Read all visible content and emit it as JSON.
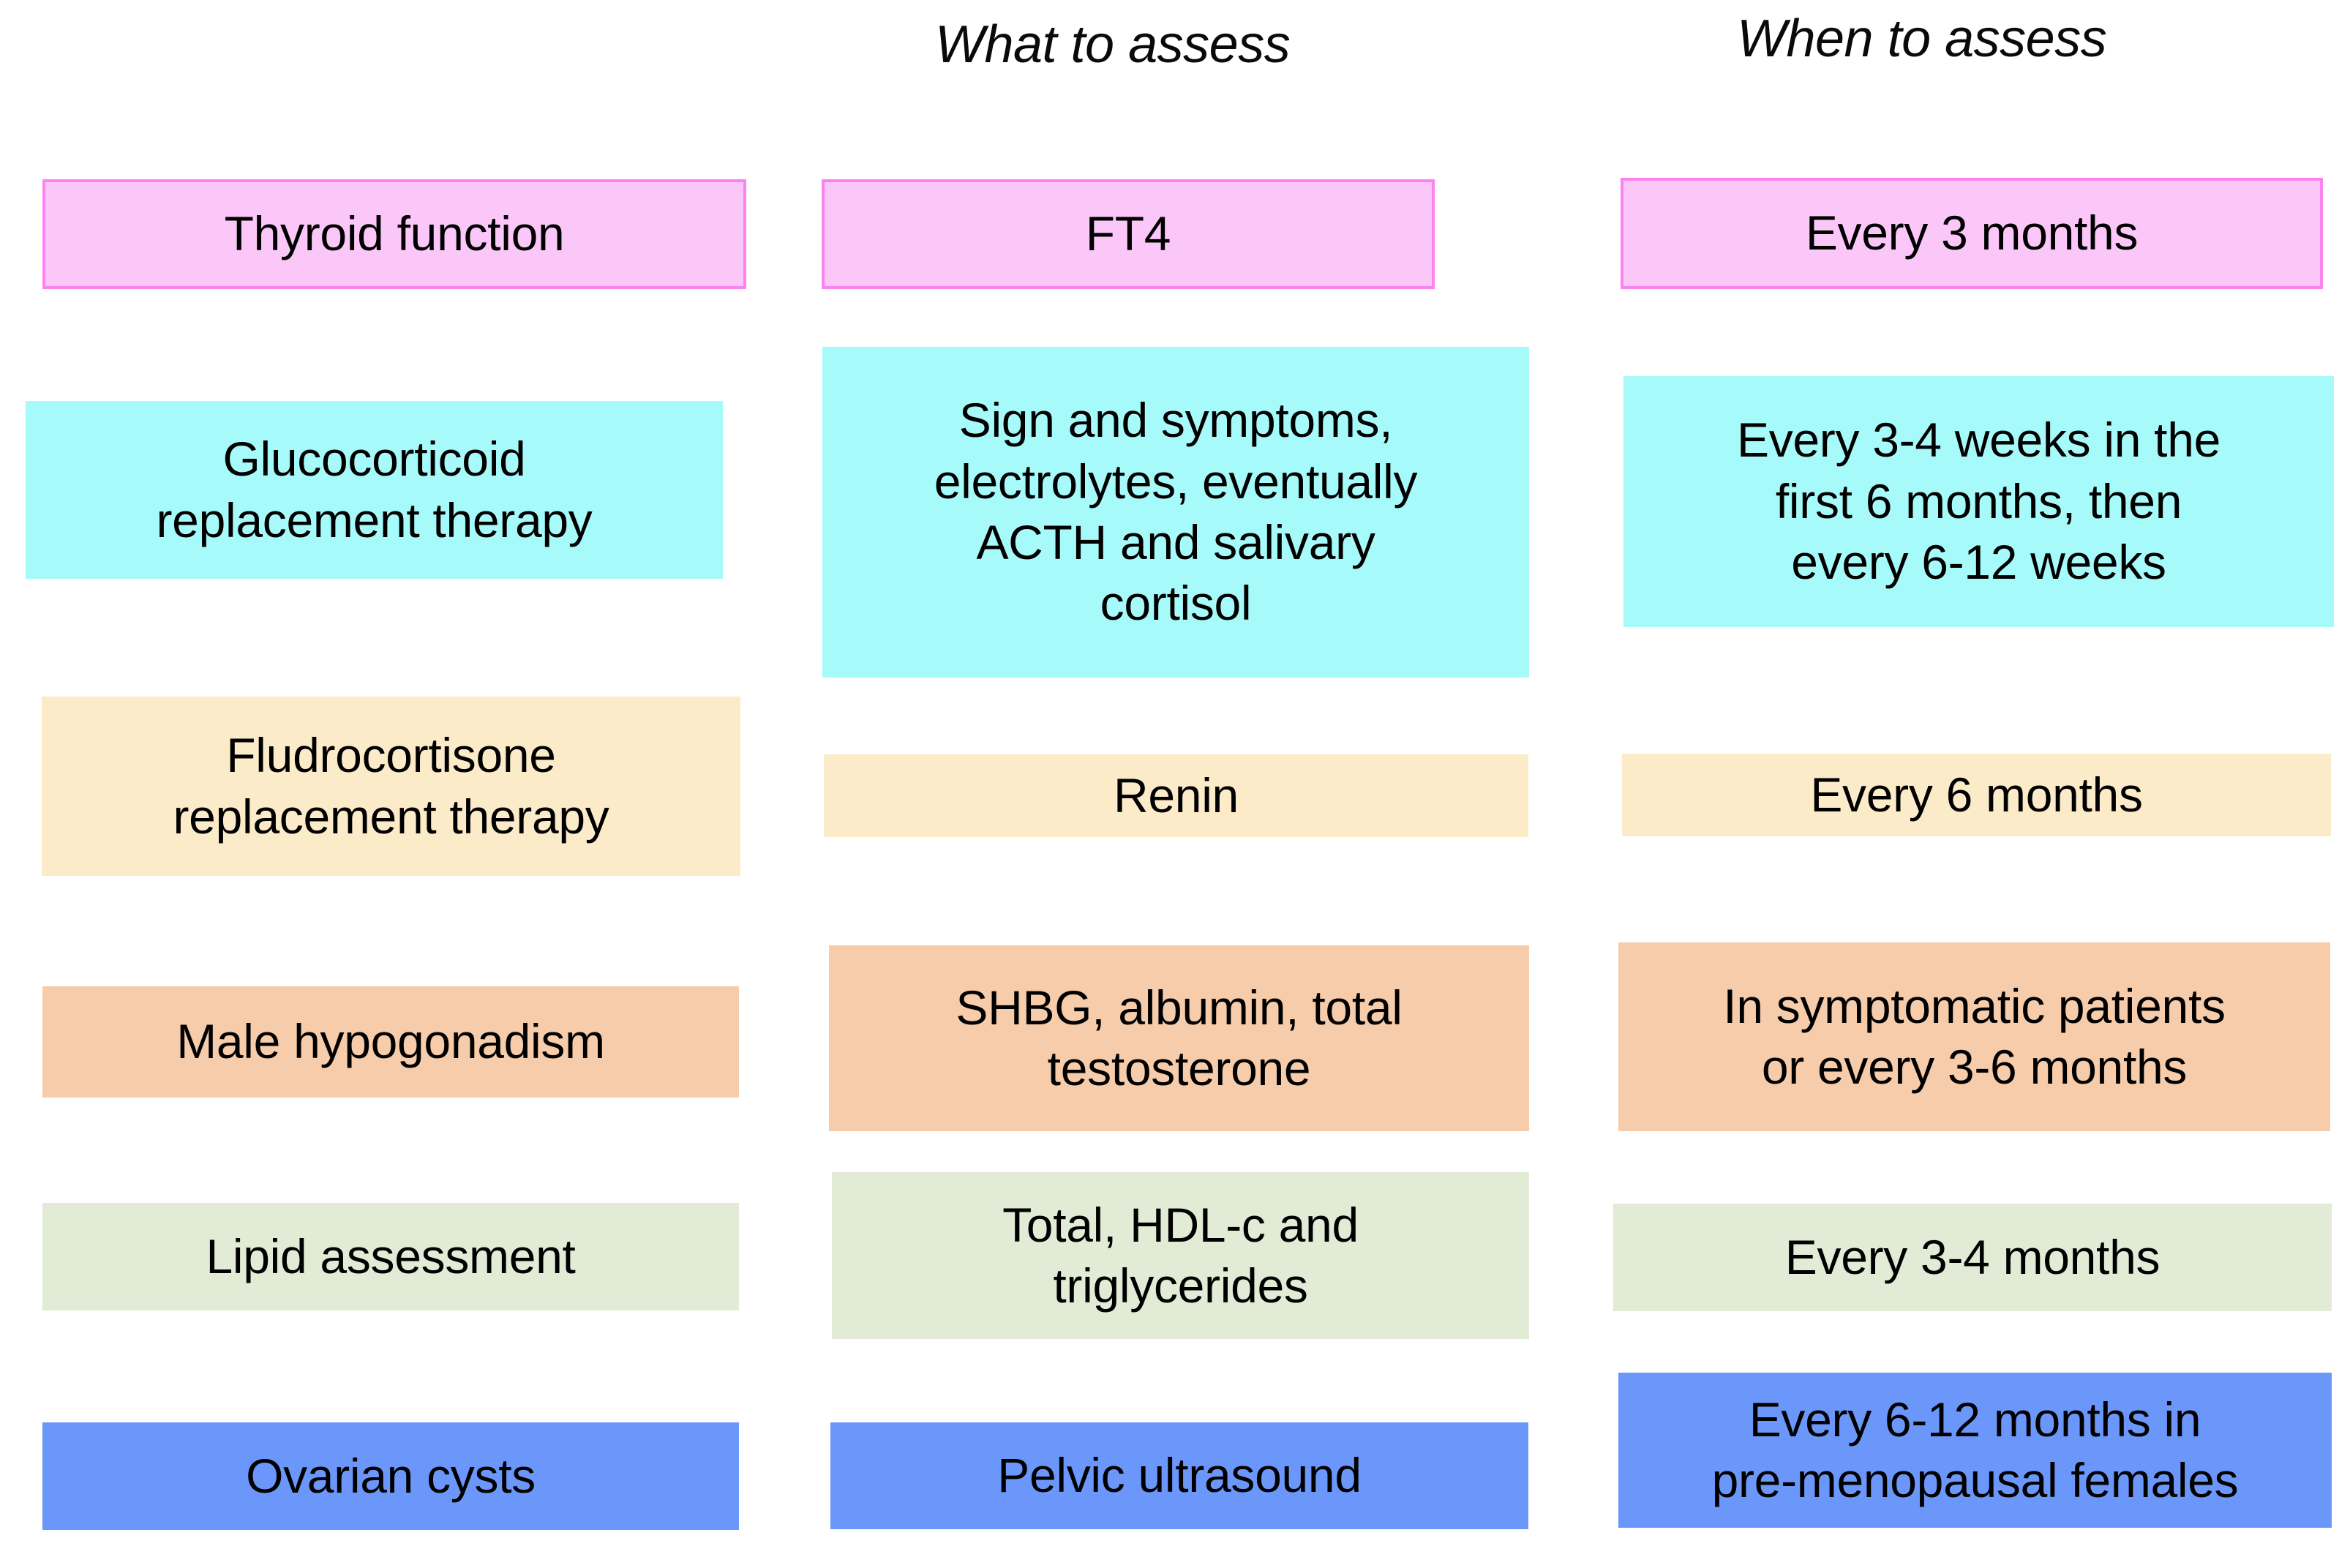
{
  "headers": {
    "what_to_assess": "What to assess",
    "when_to_assess": "When to assess"
  },
  "colors": {
    "pink_fill": "#FBC7F8",
    "pink_border": "#FB83F0",
    "cyan_fill": "#A6FAFA",
    "cream_fill": "#FCEBC8",
    "peach_fill": "#F6CCAA",
    "green_fill": "#E2EBD5",
    "blue_fill": "#6B97FB",
    "text": "#000000",
    "background": "#FFFFFF"
  },
  "rows": [
    {
      "id": "thyroid",
      "color_key": "pink_fill",
      "topic": "Thyroid function",
      "what": "FT4",
      "what_lines": [
        "FT4"
      ],
      "when": "Every 3 months",
      "when_lines": [
        "Every 3 months"
      ],
      "topic_lines": [
        "Thyroid function"
      ]
    },
    {
      "id": "glucocorticoid",
      "color_key": "cyan_fill",
      "topic": "Glucocorticoid replacement therapy",
      "topic_lines": [
        "Glucocorticoid",
        "replacement therapy"
      ],
      "what": "Sign and symptoms, electrolytes, eventually ACTH and salivary cortisol",
      "what_lines": [
        "Sign and symptoms,",
        "electrolytes, eventually",
        "ACTH and salivary",
        "cortisol"
      ],
      "when": "Every 3-4 weeks in the first 6 months, then every 6-12 weeks",
      "when_lines": [
        "Every 3-4 weeks in the",
        "first 6 months, then",
        "every 6-12 weeks"
      ]
    },
    {
      "id": "fludrocortisone",
      "color_key": "cream_fill",
      "topic": "Fludrocortisone replacement therapy",
      "topic_lines": [
        "Fludrocortisone",
        "replacement therapy"
      ],
      "what": "Renin",
      "what_lines": [
        "Renin"
      ],
      "when": "Every 6 months",
      "when_lines": [
        "Every 6 months"
      ]
    },
    {
      "id": "male-hypogonadism",
      "color_key": "peach_fill",
      "topic": "Male hypogonadism",
      "topic_lines": [
        "Male hypogonadism"
      ],
      "what": "SHBG, albumin, total testosterone",
      "what_lines": [
        "SHBG, albumin, total",
        "testosterone"
      ],
      "when": "In symptomatic patients or every 3-6 months",
      "when_lines": [
        "In symptomatic patients",
        "or every 3-6 months"
      ]
    },
    {
      "id": "lipid-assessment",
      "color_key": "green_fill",
      "topic": "Lipid assessment",
      "topic_lines": [
        "Lipid assessment"
      ],
      "what": "Total, HDL-c and triglycerides",
      "what_lines": [
        "Total, HDL-c and",
        "triglycerides"
      ],
      "when": "Every 3-4 months",
      "when_lines": [
        "Every 3-4 months"
      ]
    },
    {
      "id": "ovarian-cysts",
      "color_key": "blue_fill",
      "topic": "Ovarian cysts",
      "topic_lines": [
        "Ovarian cysts"
      ],
      "what": "Pelvic ultrasound",
      "what_lines": [
        "Pelvic ultrasound"
      ],
      "when": "Every 6-12 months in pre-menopausal females",
      "when_lines": [
        "Every 6-12 months in",
        "pre-menopausal females"
      ]
    }
  ]
}
